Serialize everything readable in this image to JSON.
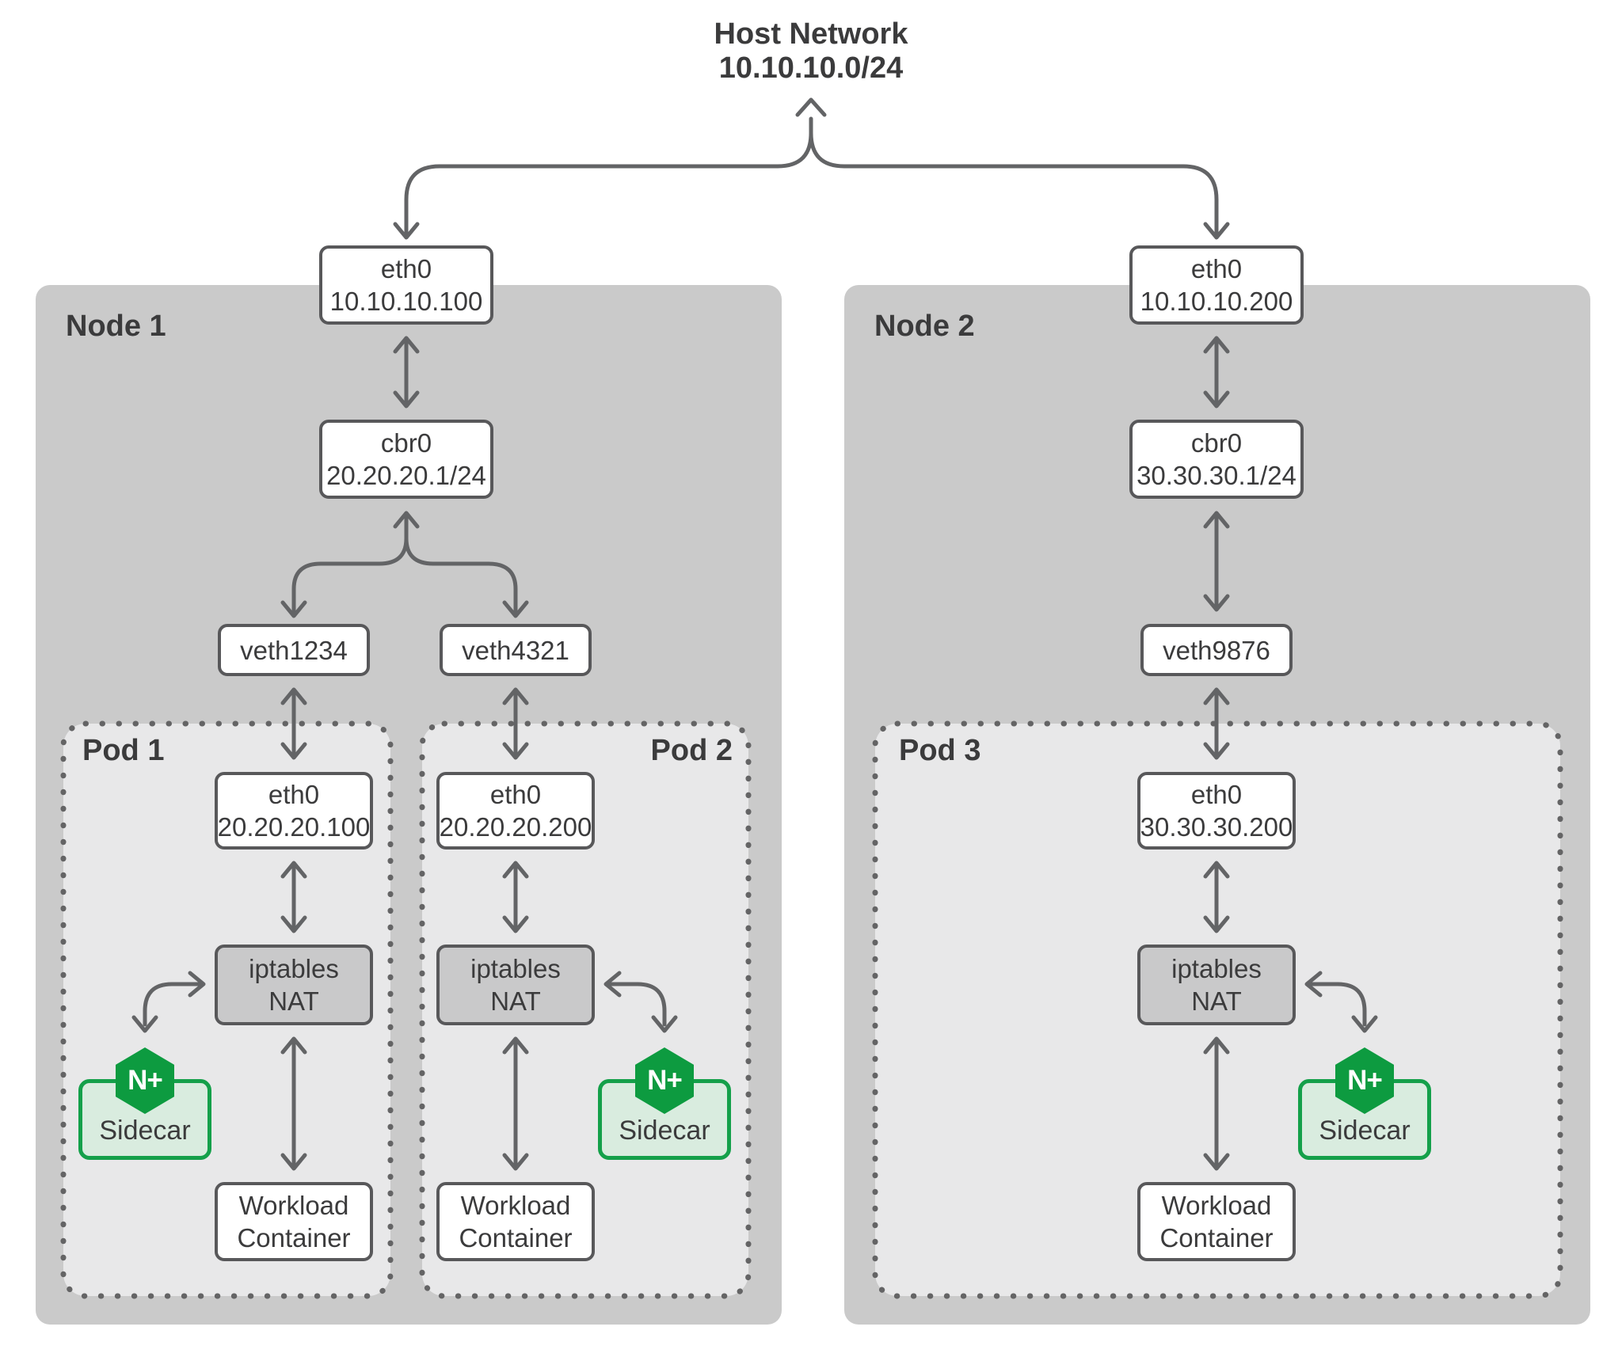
{
  "title": {
    "line1": "Host Network",
    "line2": "10.10.10.0/24"
  },
  "node1": {
    "label": "Node 1",
    "eth0": {
      "name": "eth0",
      "ip": "10.10.10.100"
    },
    "cbr0": {
      "name": "cbr0",
      "ip": "20.20.20.1/24"
    },
    "veth1": "veth1234",
    "veth2": "veth4321"
  },
  "node2": {
    "label": "Node 2",
    "eth0": {
      "name": "eth0",
      "ip": "10.10.10.200"
    },
    "cbr0": {
      "name": "cbr0",
      "ip": "30.30.30.1/24"
    },
    "veth": "veth9876"
  },
  "pod1": {
    "label": "Pod 1",
    "eth0": {
      "name": "eth0",
      "ip": "20.20.20.100"
    },
    "nat": {
      "line1": "iptables",
      "line2": "NAT"
    },
    "sidecar": {
      "logo": "N+",
      "label": "Sidecar"
    },
    "workload": {
      "line1": "Workload",
      "line2": "Container"
    }
  },
  "pod2": {
    "label": "Pod 2",
    "eth0": {
      "name": "eth0",
      "ip": "20.20.20.200"
    },
    "nat": {
      "line1": "iptables",
      "line2": "NAT"
    },
    "sidecar": {
      "logo": "N+",
      "label": "Sidecar"
    },
    "workload": {
      "line1": "Workload",
      "line2": "Container"
    }
  },
  "pod3": {
    "label": "Pod 3",
    "eth0": {
      "name": "eth0",
      "ip": "30.30.30.200"
    },
    "nat": {
      "line1": "iptables",
      "line2": "NAT"
    },
    "sidecar": {
      "logo": "N+",
      "label": "Sidecar"
    },
    "workload": {
      "line1": "Workload",
      "line2": "Container"
    }
  },
  "colors": {
    "node_bg": "#cacaca",
    "pod_bg": "#e8e8e9",
    "box_border": "#58585a",
    "nat_bg": "#c9c9ca",
    "arrow": "#636466",
    "text": "#3b3b3c",
    "nginx_green": "#0d9b40",
    "sidecar_bg": "#d9ecdf",
    "sidecar_border": "#14a04a"
  }
}
